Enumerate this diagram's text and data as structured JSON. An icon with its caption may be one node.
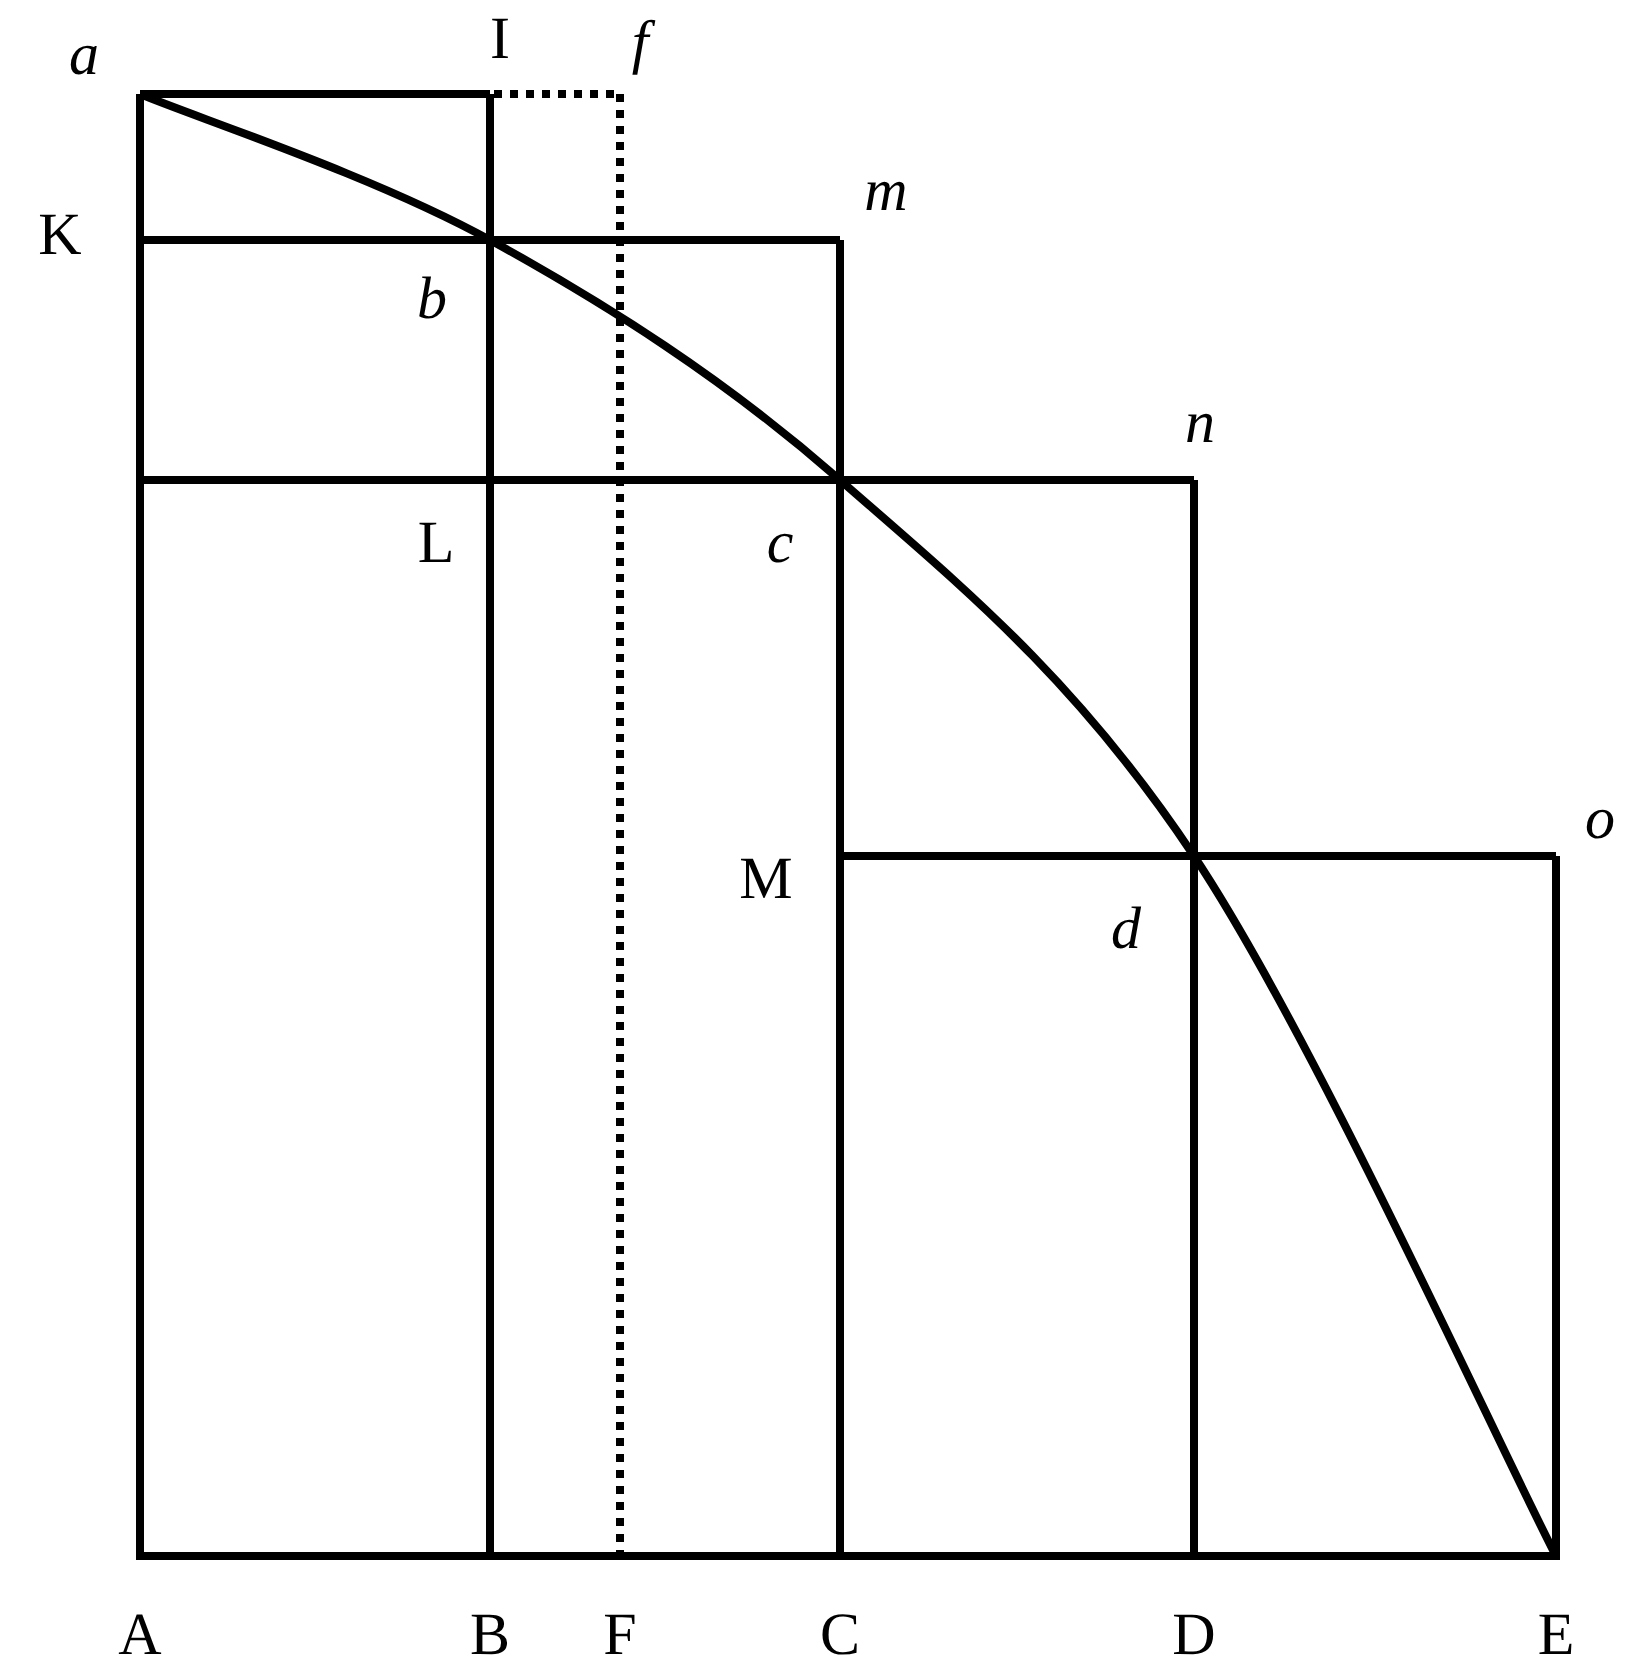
{
  "diagram": {
    "labels": [
      "a",
      "I",
      "f",
      "K",
      "m",
      "b",
      "n",
      "L",
      "c",
      "M",
      "o",
      "d",
      "A",
      "B",
      "F",
      "C",
      "D",
      "E"
    ]
  }
}
